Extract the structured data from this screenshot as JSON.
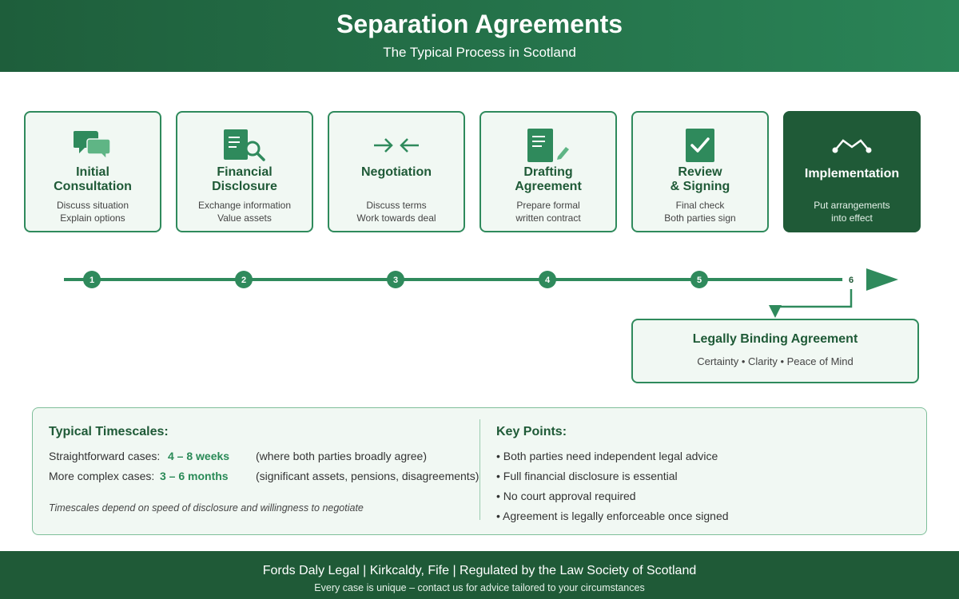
{
  "header": {
    "title": "Separation Agreements",
    "subtitle": "The Typical Process in Scotland"
  },
  "steps": [
    {
      "number": "1",
      "title_line1": "Initial",
      "title_line2": "Consultation",
      "desc_line1": "Discuss situation",
      "desc_line2": "Explain options",
      "icon": "chat-bubbles-icon"
    },
    {
      "number": "2",
      "title_line1": "Financial",
      "title_line2": "Disclosure",
      "desc_line1": "Exchange information",
      "desc_line2": "Value assets",
      "icon": "document-search-icon"
    },
    {
      "number": "3",
      "title_line1": "Negotiation",
      "title_line2": "",
      "desc_line1": "Discuss terms",
      "desc_line2": "Work towards deal",
      "icon": "converging-arrows-icon"
    },
    {
      "number": "4",
      "title_line1": "Drafting",
      "title_line2": "Agreement",
      "desc_line1": "Prepare formal",
      "desc_line2": "written contract",
      "icon": "document-pen-icon"
    },
    {
      "number": "5",
      "title_line1": "Review",
      "title_line2": "& Signing",
      "desc_line1": "Final check",
      "desc_line2": "Both parties sign",
      "icon": "checkbox-icon"
    },
    {
      "number": "6",
      "title_line1": "Implementation",
      "title_line2": "",
      "desc_line1": "Put arrangements",
      "desc_line2": "into effect",
      "icon": "connected-nodes-icon"
    }
  ],
  "outcome": {
    "title": "Legally Binding Agreement",
    "subtitle": "Certainty • Clarity • Peace of Mind"
  },
  "timescales": {
    "heading": "Typical Timescales:",
    "rows": [
      {
        "label": "Straightforward cases:",
        "value": "4 – 8 weeks",
        "note": "(where both parties broadly agree)"
      },
      {
        "label": "More complex cases:",
        "value": "3 – 6 months",
        "note": "(significant assets, pensions, disagreements)"
      }
    ],
    "footnote": "Timescales depend on speed of disclosure and willingness to negotiate"
  },
  "key_points": {
    "heading": "Key Points:",
    "items": [
      "• Both parties need independent legal advice",
      "• Full financial disclosure is essential",
      "• No court approval required",
      "• Agreement is legally enforceable once signed"
    ]
  },
  "footer": {
    "line1": "Fords Daly Legal | Kirkcaldy, Fife | Regulated by the Law Society of Scotland",
    "line2": "Every case is unique – contact us for advice tailored to your circumstances"
  },
  "colors": {
    "primary": "#1f5a37",
    "accent": "#2f8a5c",
    "panel": "#f1f8f3"
  }
}
